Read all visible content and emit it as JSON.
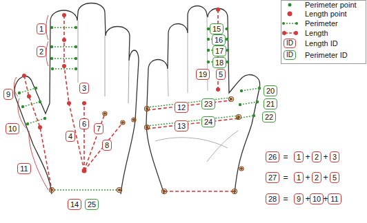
{
  "diagram": {
    "nodes": [
      {
        "text": [
          "1"
        ]
      },
      {
        "text": [
          "15"
        ]
      },
      {
        "text": [
          "16"
        ]
      },
      {
        "text": [
          "2"
        ]
      },
      {
        "text": [
          "17"
        ]
      },
      {
        "text": [
          "18"
        ]
      },
      {
        "text": [
          "19"
        ]
      },
      {
        "text": [
          "5"
        ]
      },
      {
        "text": [
          "3"
        ]
      },
      {
        "text": [
          "20"
        ]
      },
      {
        "text": [
          "9"
        ]
      },
      {
        "text": [
          "21"
        ]
      },
      {
        "text": [
          "23"
        ]
      },
      {
        "text": [
          "12"
        ]
      },
      {
        "text": [
          "22"
        ]
      },
      {
        "text": [
          "6"
        ]
      },
      {
        "text": [
          "24"
        ]
      },
      {
        "text": [
          "13"
        ]
      },
      {
        "text": [
          "7"
        ]
      },
      {
        "text": [
          "10"
        ]
      },
      {
        "text": [
          "4"
        ]
      },
      {
        "text": [
          "8"
        ]
      },
      {
        "text": [
          "26"
        ]
      },
      {
        "text": [
          "1"
        ]
      },
      {
        "text": [
          "2"
        ]
      },
      {
        "text": [
          "3"
        ]
      },
      {
        "text": [
          "11"
        ]
      },
      {
        "text": [
          "27"
        ]
      },
      {
        "text": [
          "1"
        ]
      },
      {
        "text": [
          "2"
        ]
      },
      {
        "text": [
          "5"
        ]
      },
      {
        "text": [
          "14"
        ]
      },
      {
        "text": [
          "25"
        ]
      },
      {
        "text": [
          "28"
        ]
      },
      {
        "text": [
          "9"
        ]
      },
      {
        "text": [
          "10"
        ]
      },
      {
        "text": [
          "11"
        ]
      }
    ],
    "labels": [
      "ID",
      "ID",
      "=",
      "+",
      "+",
      "=",
      "+",
      "+",
      "=",
      "+",
      "+"
    ],
    "legend": [
      {
        "text": "Perimeter point"
      },
      {
        "text": "Length point"
      },
      {
        "text": "Perimeter"
      },
      {
        "text": "Length"
      },
      {
        "text": "Length ID"
      },
      {
        "text": "Perimeter ID"
      }
    ]
  }
}
